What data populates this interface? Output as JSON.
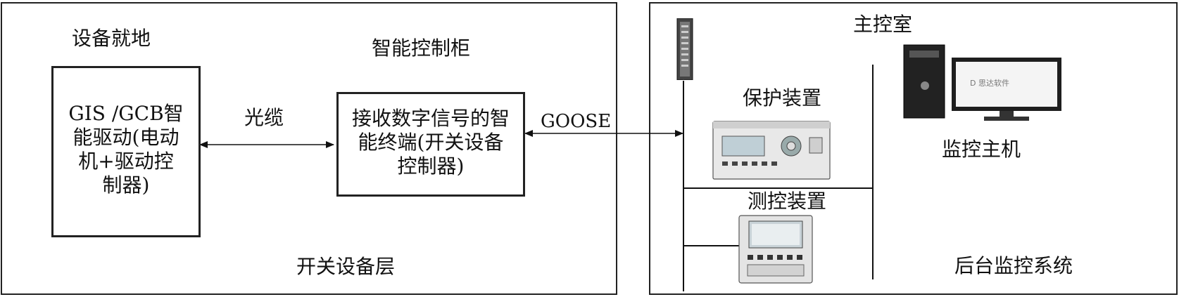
{
  "left_panel": {
    "label_equipment_site": "设备就地",
    "label_smart_cabinet": "智能控制柜",
    "gis_box_line1": "GIS /GCB智",
    "gis_box_line2": "能驱动(电动",
    "gis_box_line3": "机+驱动控",
    "gis_box_line4": "制器)",
    "terminal_box_line1": "接收数字信号的智",
    "terminal_box_line2": "能终端(开关设备",
    "terminal_box_line3": "控制器)",
    "link_label_fiber": "光缆",
    "layer_label": "开关设备层"
  },
  "goose_label": "GOOSE",
  "right_panel": {
    "title": "主控室",
    "protection_device": "保护装置",
    "measure_control_device": "测控装置",
    "monitor_host": "监控主机",
    "backend_system": "后台监控系统",
    "monitor_screen_logo": "D 思达软件"
  }
}
